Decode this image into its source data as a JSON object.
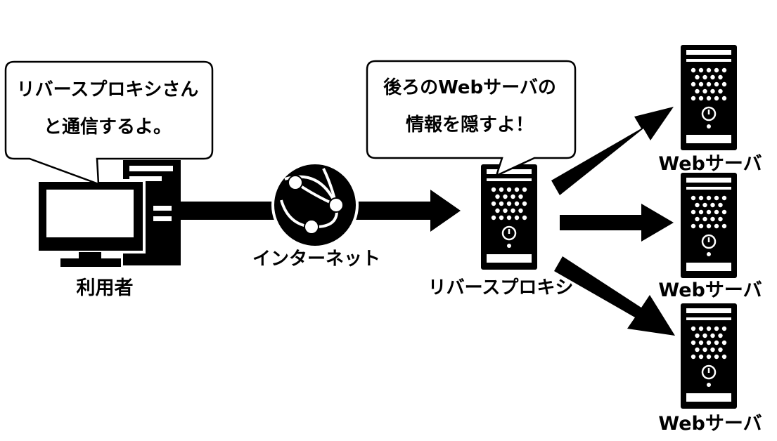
{
  "user": {
    "label": "利用者",
    "speech_line1": "リバースプロキシさん",
    "speech_line2": "と通信するよ。"
  },
  "internet": {
    "label": "インターネット"
  },
  "proxy": {
    "label": "リバースプロキシ",
    "speech_line1": "後ろのWebサーバの",
    "speech_line2": "情報を隠すよ！"
  },
  "servers": [
    {
      "label": "Webサーバ"
    },
    {
      "label": "Webサーバ"
    },
    {
      "label": "Webサーバ"
    }
  ],
  "colors": {
    "fill": "#000000",
    "background": "#ffffff"
  }
}
